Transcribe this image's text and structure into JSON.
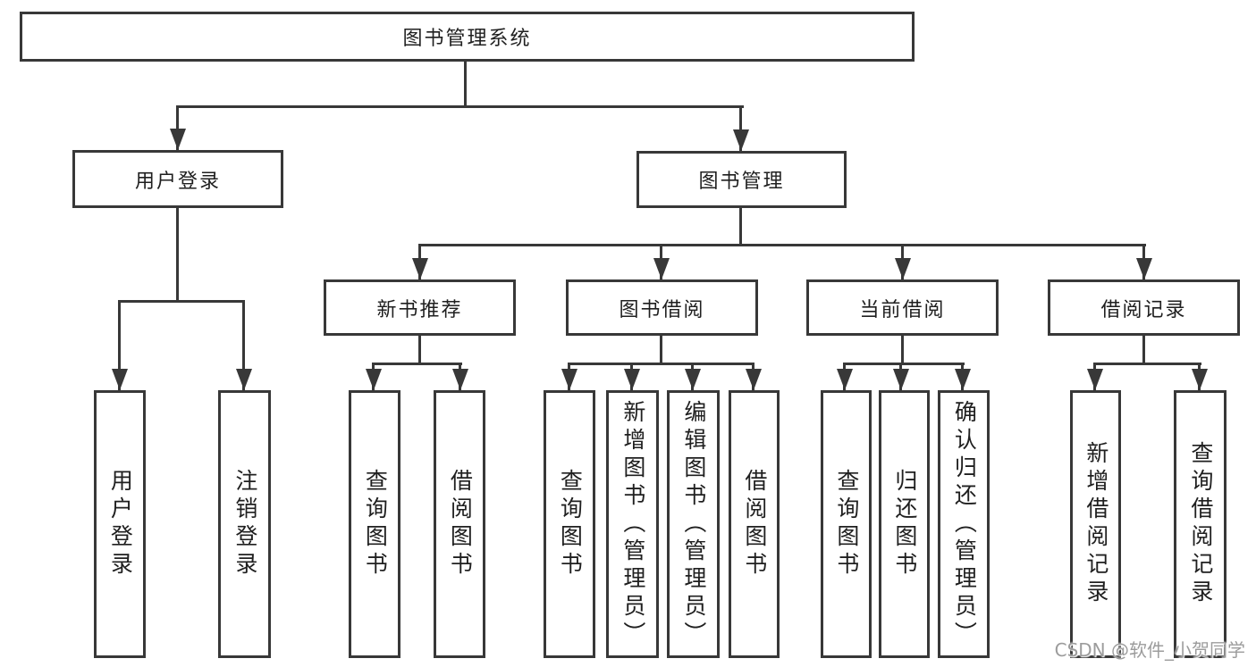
{
  "diagram": {
    "root": "图书管理系统",
    "level2": [
      "用户登录",
      "图书管理"
    ],
    "level3": [
      "新书推荐",
      "图书借阅",
      "当前借阅",
      "借阅记录"
    ],
    "user_login_children": [
      "用户登录",
      "注销登录"
    ],
    "new_books_children": [
      "查询图书",
      "借阅图书"
    ],
    "book_borrow_children": [
      "查询图书",
      "新增图书（管理员）",
      "编辑图书（管理员）",
      "借阅图书"
    ],
    "current_borrow_children": [
      "查询图书",
      "归还图书",
      "确认归还（管理员）"
    ],
    "borrow_records_children": [
      "新增借阅记录",
      "查询借阅记录"
    ]
  },
  "watermark": "CSDN @软件_小贺同学",
  "colors": {
    "line": "#383838",
    "text": "#1f1f1f",
    "watermark": "#9c9c9c",
    "background": "#ffffff"
  }
}
